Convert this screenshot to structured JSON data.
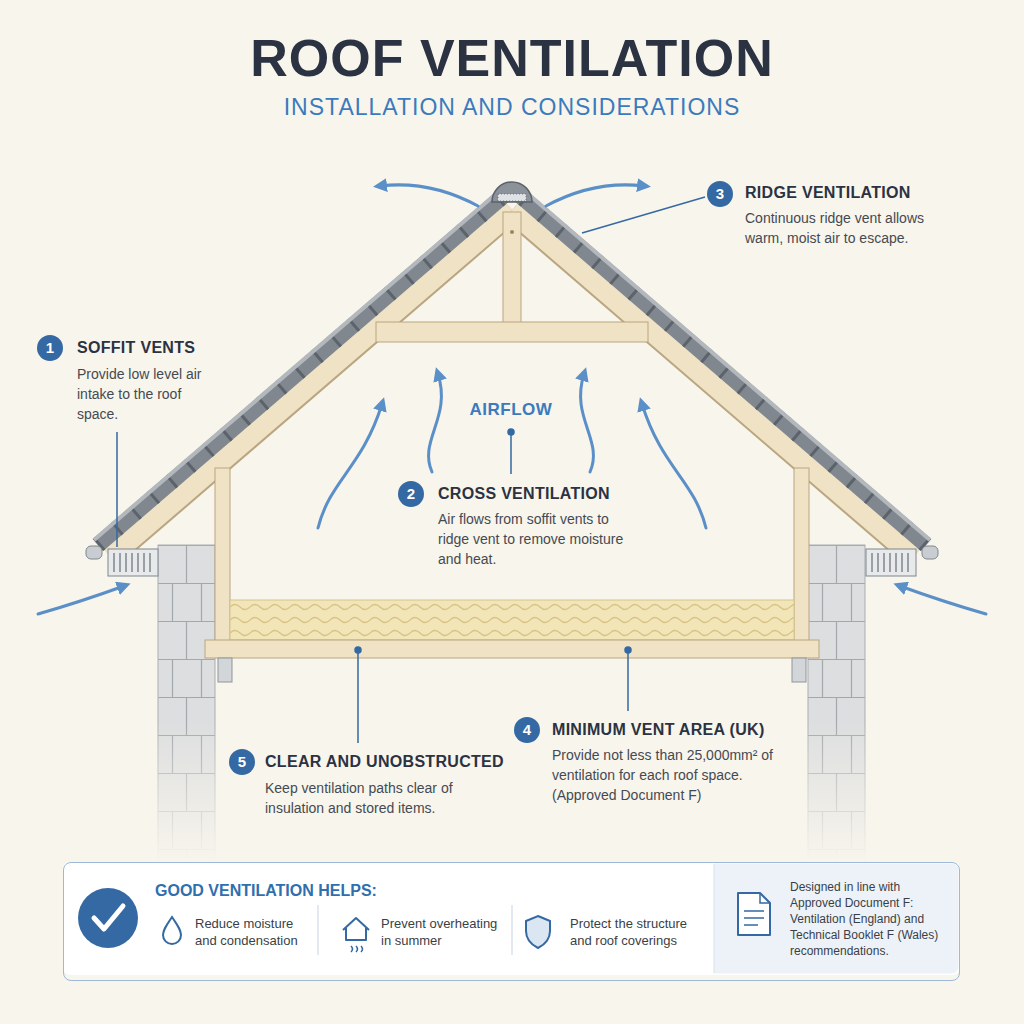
{
  "diagram": {
    "title": "ROOF VENTILATION",
    "nodes": [
      {
        "text": [
          "GOOD VENTILATION HELPS:",
          "Reduce moisture and condensation",
          "Prevent overheating in summer",
          "Protect the structure and roof coverings"
        ]
      },
      {
        "text": [
          "Designed in line with Approved Document F: Ventilation (England) and Technical Booklet F (Wales) recommendations."
        ],
        "in": 0
      }
    ],
    "labels": [
      "INSTALLATION AND CONSIDERATIONS",
      "3",
      "RIDGE VENTILATION",
      "Continuous ridge vent allows warm, moist air to escape.",
      "1",
      "SOFFIT VENTS",
      "Provide low level air intake to the roof space.",
      "AIRFLOW",
      "2",
      "CROSS VENTILATION",
      "Air flows from soffit vents to ridge vent to remove moisture and heat.",
      "5",
      "CLEAR AND UNOBSTRUCTED",
      "Keep ventilation paths clear of insulation and stored items.",
      "4",
      "MINIMUM VENT AREA (UK)",
      "Provide not less than 25,000mm² of ventilation for each roof space. (Approved Document F)"
    ]
  }
}
